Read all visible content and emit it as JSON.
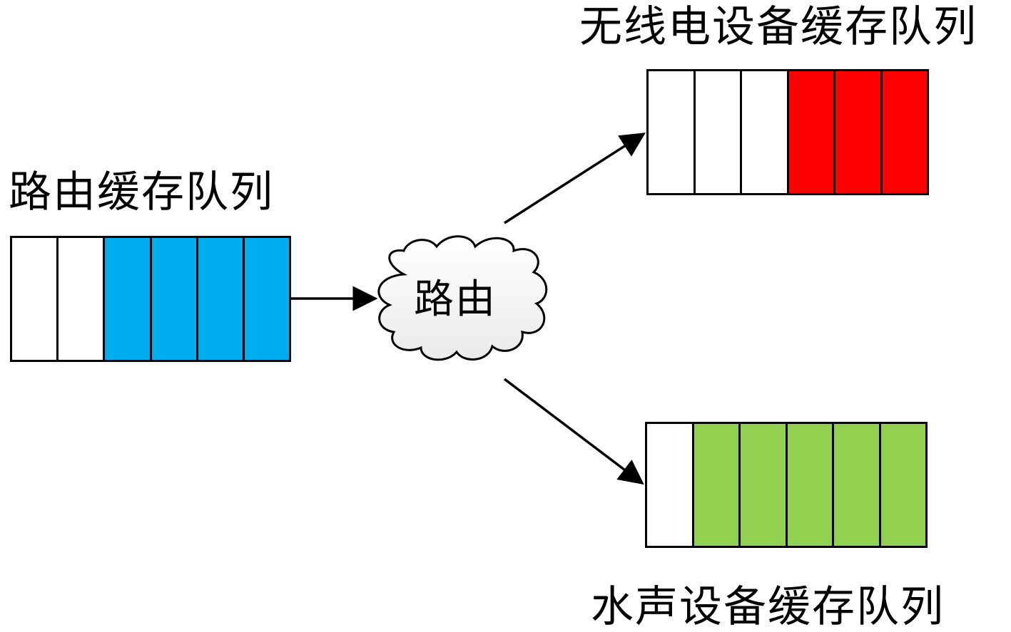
{
  "labels": {
    "routing_queue": "路由缓存队列",
    "radio_queue": "无线电设备缓存队列",
    "acoustic_queue": "水声设备缓存队列",
    "router": "路由"
  },
  "colors": {
    "empty": "#ffffff",
    "routing": "#00aeef",
    "radio": "#ff0000",
    "acoustic": "#92d050",
    "border": "#000000"
  },
  "queues": {
    "routing": {
      "slots": 6,
      "filled": 4
    },
    "radio": {
      "slots": 6,
      "filled": 3
    },
    "acoustic": {
      "slots": 6,
      "filled": 5
    }
  }
}
